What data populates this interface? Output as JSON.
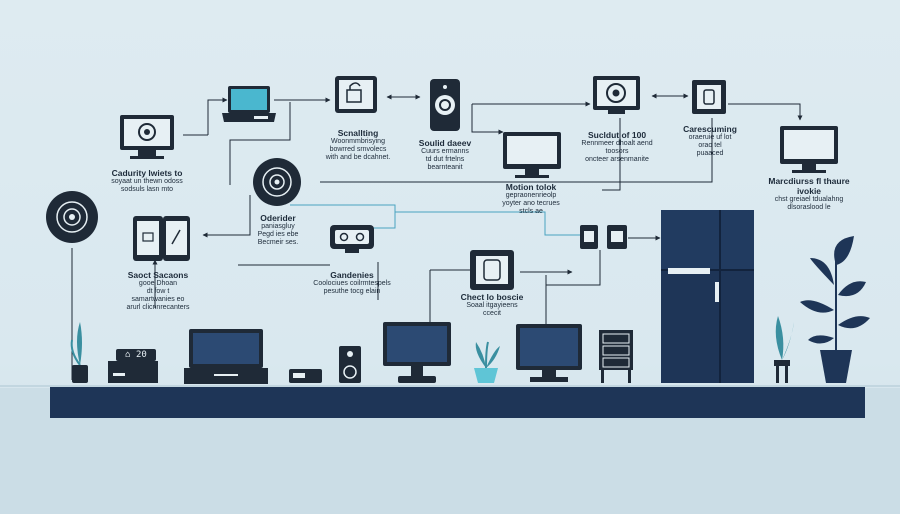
{
  "colors": {
    "background": "#dceaf0",
    "navy": "#1e3557",
    "dark": "#1f2a37",
    "teal_connector": "#4aa3c0",
    "plant": "#3a8fa0",
    "screen": "#2c4a73"
  },
  "labels": {
    "security_hub": {
      "title": "Scnallting",
      "desc": "Woonmmbrisying / bowrred srnvolecs / with and be dcahnet."
    },
    "smart_doorbell": {
      "title": "Soulid daeev",
      "desc": "Cuurs ermanns / td dut frtelns / bearnteanit"
    },
    "thermostat_display": {
      "title": "Sucldut of 100",
      "desc": "Rennmeer dhoalt aend toosors / oncteer arsenmanite"
    },
    "care_monitor": {
      "title": "Carescuming",
      "desc": "oraeruie uf lot / orao tel / puaaced"
    },
    "monitor_right": {
      "title": "Marcdiurss fl thaure ivokie",
      "desc": "chst greiael tdualahng / dlsoraslood le"
    },
    "camera_laptop": {
      "title": "Cadurity lwiets to",
      "desc": "soyaat un thewn odoss / sodsuls lasn mto"
    },
    "motion_tablet": {
      "title": "Motion tolok",
      "desc": "gepraonenrieolp / yoyter ano tecrues / stcls ae"
    },
    "speaker_device": {
      "title": "Oderider",
      "desc": "paniasgluy / Pegd ies ebe / Becmeir ses."
    },
    "tablets": {
      "title": "Saoct Sacaons",
      "desc": "gooe Dhoan / dt fow t / samartwanies eo / arurl clicnnrecanters"
    },
    "gardenies": {
      "title": "Gandenies",
      "desc": "Coolociues coilrmtespels / pesuthe tocg elain"
    },
    "device_box": {
      "title": "Chect lo boscie",
      "desc": "Soaal itgayieens / ccecit"
    }
  },
  "clock": {
    "value": "20"
  },
  "icons": [
    "thermostat-icon",
    "laptop-icon",
    "security-camera-icon",
    "smart-lock-icon",
    "doorbell-icon",
    "monitor-icon",
    "smart-switch-icon",
    "tablet-icon",
    "smart-speaker-icon",
    "fridge-icon",
    "tv-icon",
    "plant-icon",
    "dresser-icon",
    "media-box-icon",
    "smart-plug-icon"
  ]
}
